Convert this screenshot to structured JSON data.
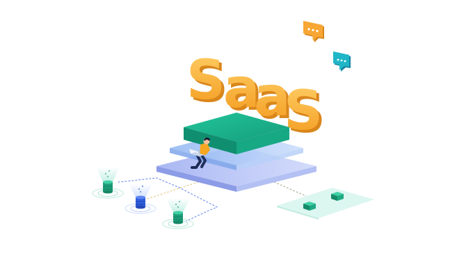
{
  "illustration": {
    "headline_text": "SaaS",
    "letters": [
      "S",
      "a",
      "a",
      "S"
    ],
    "elements": [
      "chat-bubble-orange",
      "chat-bubble-teal",
      "platform-stack",
      "person-with-laptop",
      "database-cylinders",
      "server-grid-tile"
    ]
  },
  "colors": {
    "background": "#ffffff",
    "saas_orange": "#f7a72a",
    "saas_orange_dark": "#d9861b",
    "saas_orange_light": "#ffc659",
    "platform_teal": "#1bb38d",
    "platform_teal_dark": "#0f8f70",
    "platform_teal_side": "#13a07e",
    "layer_blue": "#9fc4f4",
    "layer_blue_light": "#cfe0fb",
    "layer_purple": "#b8c4f7",
    "db_green": "#27b38d",
    "db_blue": "#2f5fe0",
    "tile_mint": "#d8f5ee",
    "chat_teal": "#1fb6c7",
    "chat_orange": "#f8a734"
  }
}
